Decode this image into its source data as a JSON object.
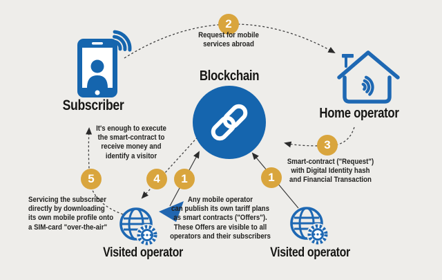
{
  "colors": {
    "background": "#eeedea",
    "primary_blue": "#1565ae",
    "badge_gold": "#d9a53d",
    "text_dark": "#1d1d1b",
    "connector_dark": "#3a3a3a",
    "chain_white": "#ffffff"
  },
  "nodes": {
    "subscriber": "Subscriber",
    "blockchain": "Blockchain",
    "home_operator": "Home operator",
    "visited_operator_left": "Visited operator",
    "visited_operator_right": "Visited operator"
  },
  "badges": {
    "b2": "2",
    "b3": "3",
    "b4": "4",
    "b5": "5",
    "b1_left": "1",
    "b1_right": "1"
  },
  "annotations": {
    "request_abroad": "Request for mobile\nservices abroad",
    "smart_contract_request": "Smart-contract (\"Request\")\nwith Digital Identity hash\nand Financial Transaction",
    "execute_contract": "It's enough to execute\nthe smart-contract to\nreceive money and\nidentify a visitor",
    "servicing_subscriber": "Servicing the subscriber\ndirectly by downloading\nits own mobile profile onto\na SIM-card \"over-the-air\"",
    "publish_offers": "Any mobile operator\ncan publish its own tariff plans\nas smart contracts (\"Offers\").\nThese Offers are visible to all\noperators and their subscribers"
  },
  "icons": {
    "subscriber": "smartphone-wifi-icon",
    "home_operator": "house-wifi-icon",
    "blockchain": "chain-link-icon",
    "visited_operator": "globe-gear-icon",
    "send_marker": "send-triangle-icon"
  }
}
